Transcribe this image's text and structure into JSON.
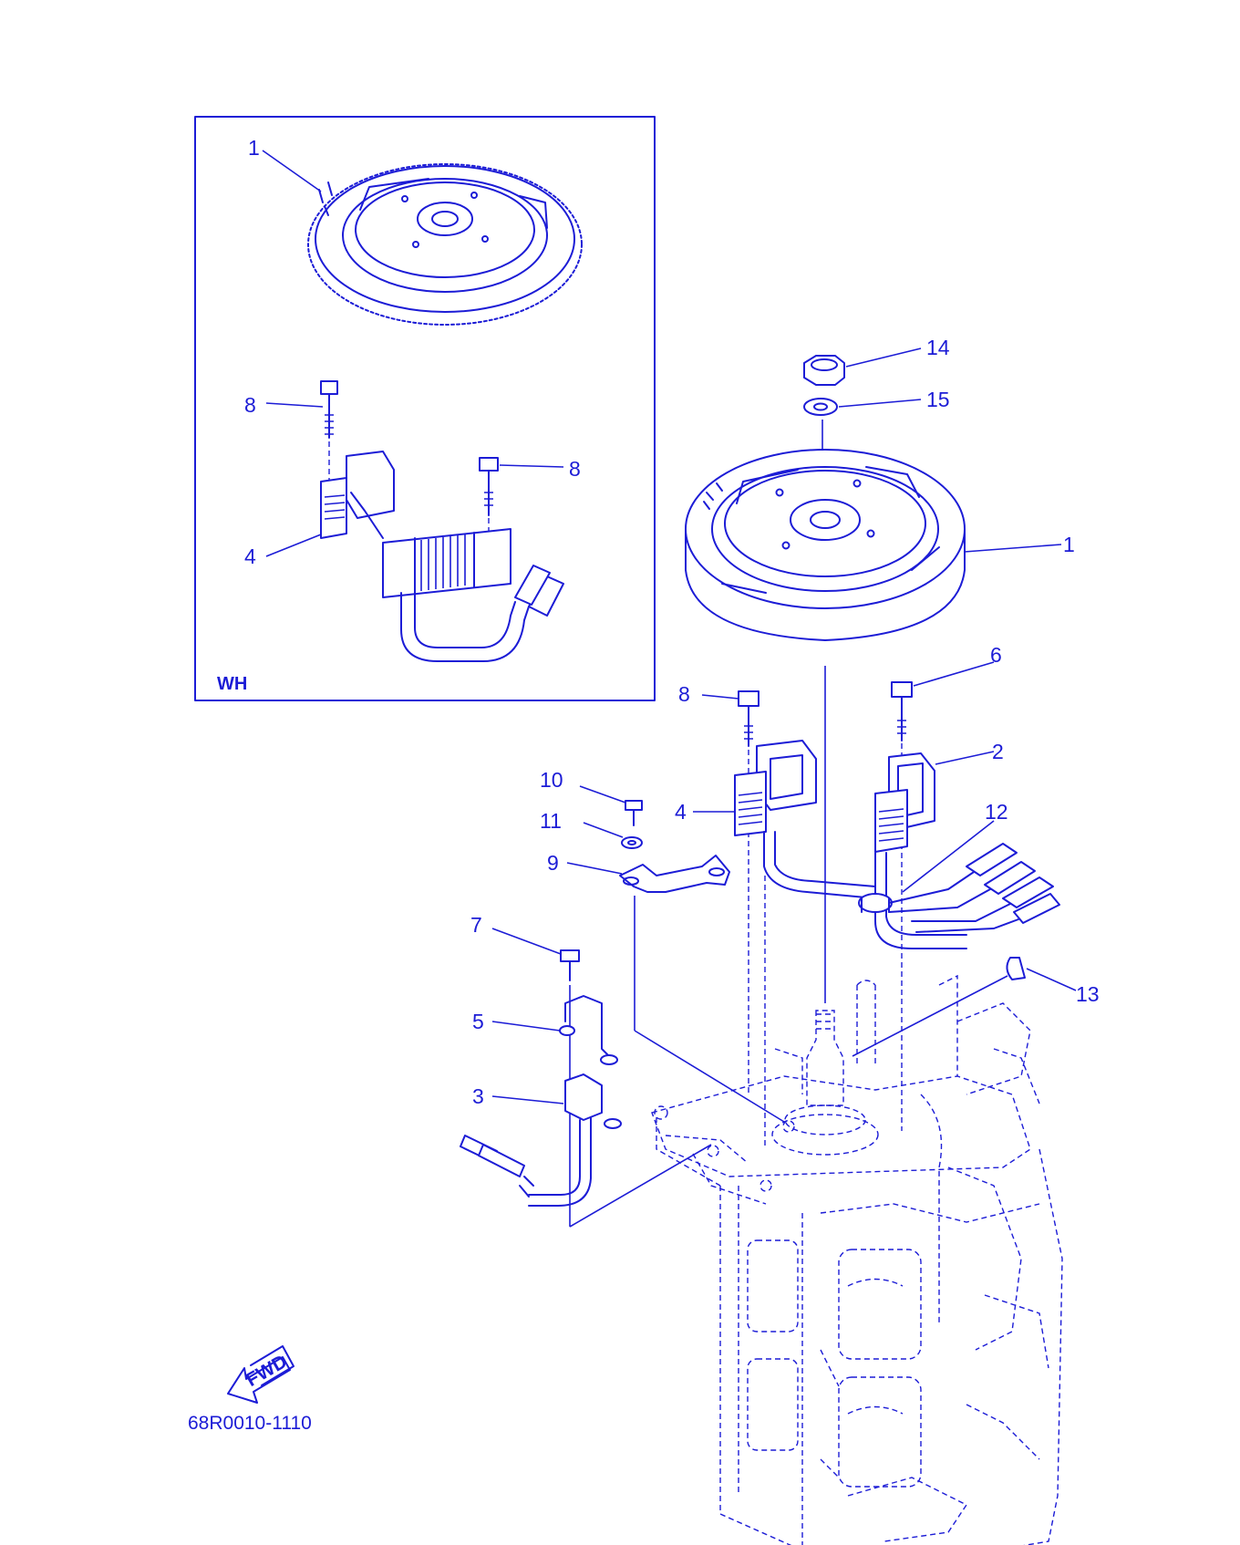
{
  "diagram": {
    "reference_code": "68R0010-1110",
    "inset_label": "WH",
    "direction_label": "FWD",
    "ink_color": "#1c1cd6",
    "callouts": {
      "inset_flywheel": "1",
      "inset_bolt_top": "8",
      "inset_bolt_right": "8",
      "inset_coil": "4",
      "nut": "14",
      "washer_top": "15",
      "flywheel": "1",
      "bolt_6": "6",
      "bolt_8": "8",
      "coil_2": "2",
      "coil_4": "4",
      "screw_10": "10",
      "washer_11": "11",
      "clamp_12": "12",
      "holder_9": "9",
      "screw_7": "7",
      "key_13": "13",
      "bracket_5": "5",
      "sensor_3": "3"
    }
  }
}
